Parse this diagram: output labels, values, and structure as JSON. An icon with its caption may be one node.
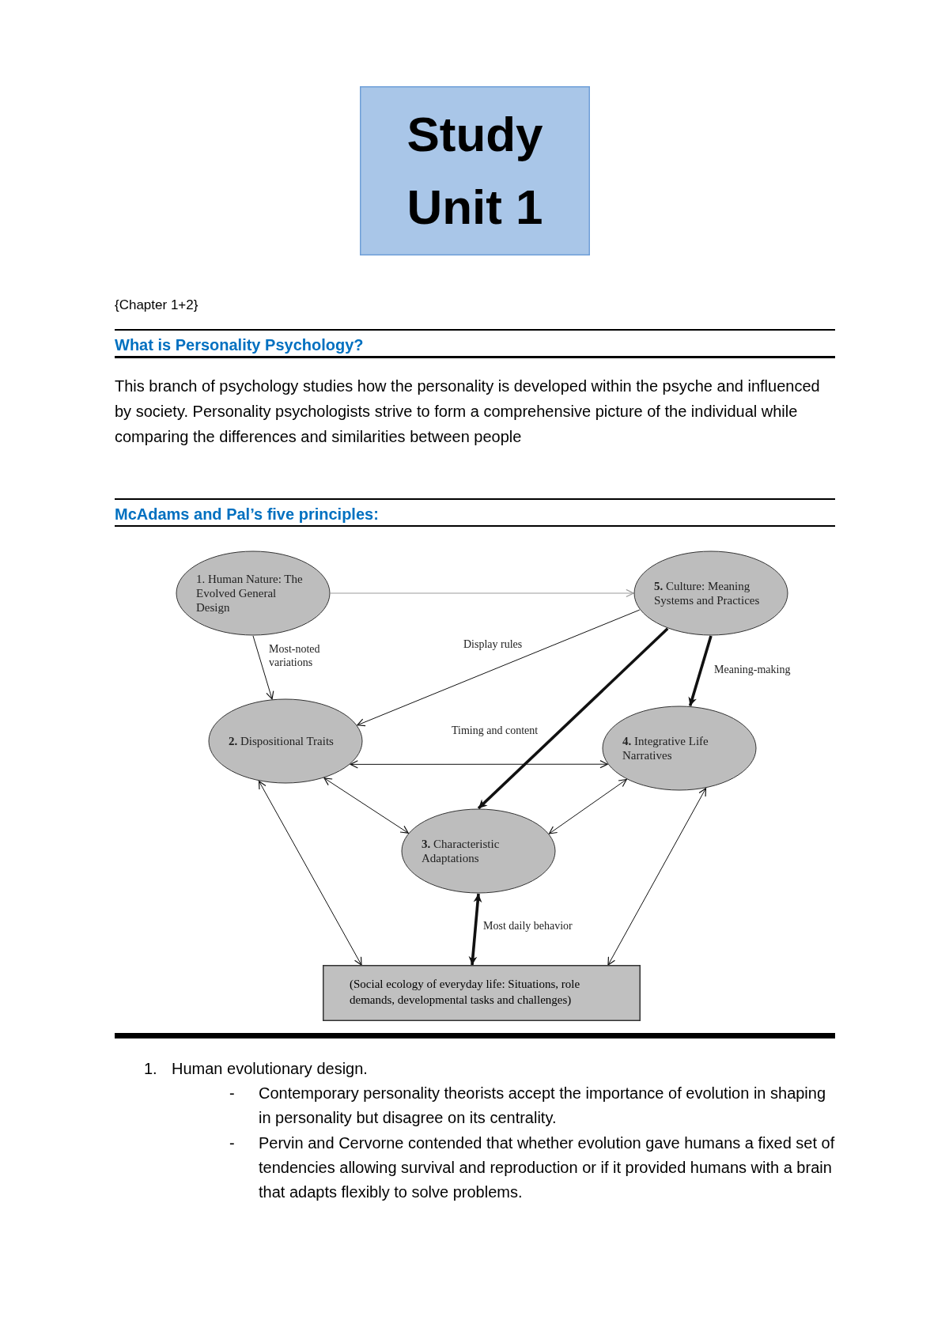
{
  "diagram": {
    "nodes": [
      {
        "text": [
          "Study Unit 1"
        ]
      },
      {
        "text": [
          "1. Human Nature: The Evolved General Design"
        ]
      },
      {
        "text": [
          "**5.** Culture: Meaning Systems and Practices"
        ]
      },
      {
        "text": [
          "**2.** Dispositional Traits"
        ]
      },
      {
        "text": [
          "**4.** Integrative Life Narratives"
        ]
      },
      {
        "text": [
          "**3.** Characteristic Adaptations"
        ]
      },
      {
        "text": [
          "(Social ecology of everyday life: Situations, role demands, developmental tasks and challenges)"
        ]
      }
    ],
    "edges": [
      {
        "from": 1,
        "to": 2,
        "arrow": "to",
        "color": "#9a9a9a"
      },
      {
        "from": 1,
        "to": 3,
        "arrow": "to",
        "label": "Most-noted variations"
      },
      {
        "from": 2,
        "to": 3,
        "arrow": "to",
        "label": "Display rules"
      },
      {
        "from": 2,
        "to": 5,
        "arrow": "to",
        "label": "Timing and content",
        "style": "thick"
      },
      {
        "from": 2,
        "to": 4,
        "arrow": "to",
        "label": "Meaning-making",
        "style": "thick"
      },
      {
        "from": 3,
        "to": 4,
        "arrow": "both"
      },
      {
        "from": 3,
        "to": 5,
        "arrow": "both"
      },
      {
        "from": 4,
        "to": 5,
        "arrow": "both"
      },
      {
        "from": 3,
        "to": 6,
        "arrow": "both"
      },
      {
        "from": 4,
        "to": 6,
        "arrow": "both"
      },
      {
        "from": 5,
        "to": 6,
        "arrow": "both",
        "label": "Most daily behavior",
        "style": "thick"
      }
    ],
    "labels": [
      "{Chapter 1+2}",
      "What is Personality Psychology?",
      "This branch of psychology studies how the personality is developed within the psyche and influenced by society. Personality psychologists strive to form a comprehensive picture of the individual while comparing the differences and similarities between people",
      "McAdams and Pal’s five principles:",
      "1.",
      "Human evolutionary design.",
      "-",
      "Contemporary personality theorists accept the importance of evolution in shaping in personality but disagree on its centrality.",
      "-",
      "Pervin and Cervorne contended that whether evolution gave humans a fixed set of tendencies allowing survival and reproduction or if it provided humans with a brain that adapts flexibly to solve problems."
    ]
  }
}
